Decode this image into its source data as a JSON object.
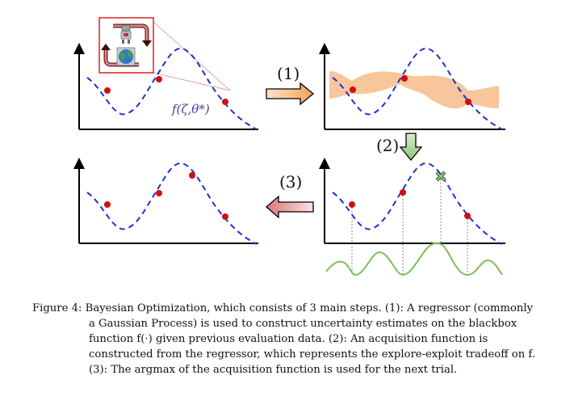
{
  "figure": {
    "steps": [
      {
        "label": "(1)"
      },
      {
        "label": "(2)"
      },
      {
        "label": "(3)"
      }
    ],
    "function_label": "f(ζ,θ*)",
    "icons": [
      "robot-icon",
      "globe-icon",
      "cycle-arrows-icon",
      "arrow-right-icon",
      "arrow-down-icon",
      "arrow-left-icon",
      "cross-marker-icon"
    ],
    "colors": {
      "dashed_curve": "#1f2fd6",
      "points": "#d01010",
      "uncertainty_band": "#f6c08f",
      "acquisition_curve": "#7cbf5a",
      "arrow1": "#f2b070",
      "arrow2": "#9cc98a",
      "arrow3": "#e8a0a0",
      "inset_border": "#e02020"
    }
  },
  "caption": {
    "figure_number": "Figure 4:",
    "lines": [
      "Bayesian Optimization, which consists of 3 main steps.  (1): A regressor (commonly",
      "a Gaussian Process) is used to construct uncertainty estimates on the blackbox",
      "function f(·) given previous evaluation data.  (2): An acquisition function is",
      "constructed from the regressor, which represents the explore-exploit tradeoff on f.",
      "(3): The argmax of the acquisition function is used for the next trial."
    ]
  }
}
